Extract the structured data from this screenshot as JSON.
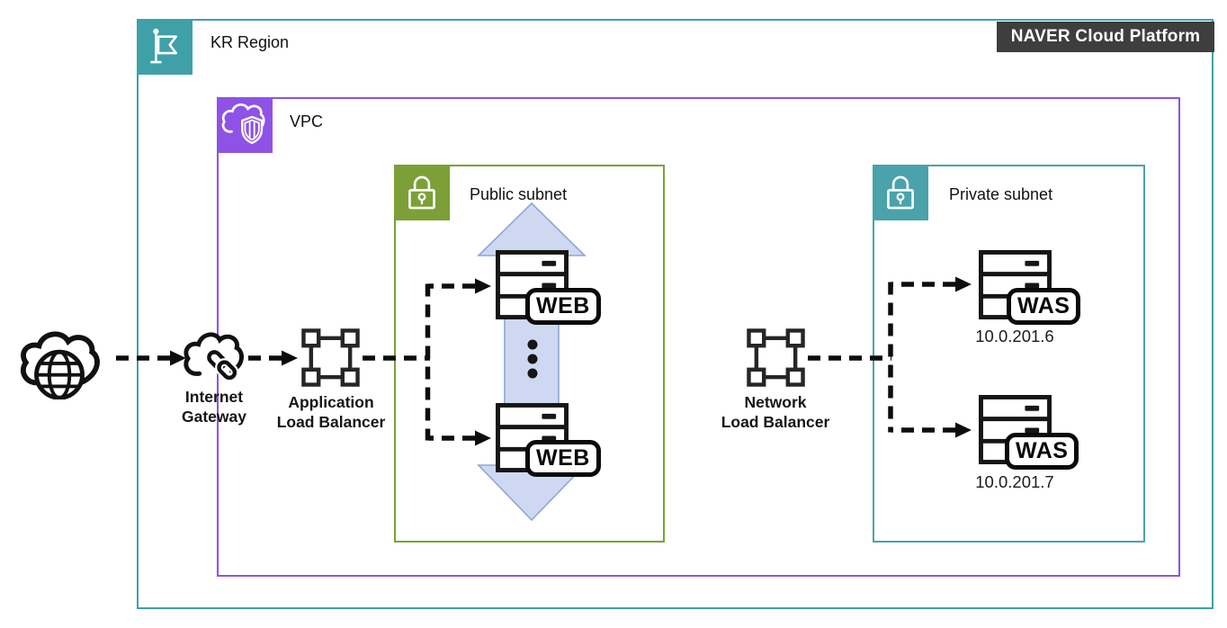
{
  "platform_badge": {
    "label": "NAVER Cloud Platform"
  },
  "region": {
    "label": "KR Region"
  },
  "vpc": {
    "label": "VPC"
  },
  "subnets": {
    "public": {
      "label": "Public subnet"
    },
    "private": {
      "label": "Private subnet"
    }
  },
  "nodes": {
    "internet_gateway": {
      "line1": "Internet",
      "line2": "Gateway"
    },
    "application_lb": {
      "line1": "Application",
      "line2": "Load Balancer"
    },
    "network_lb": {
      "line1": "Network",
      "line2": "Load Balancer"
    }
  },
  "servers": {
    "web1": {
      "badge": "WEB"
    },
    "web2": {
      "badge": "WEB"
    },
    "was1": {
      "badge": "WAS",
      "ip": "10.0.201.6"
    },
    "was2": {
      "badge": "WAS",
      "ip": "10.0.201.7"
    }
  },
  "icons": {
    "region": "flag-icon",
    "vpc": "cloud-shield-icon",
    "subnet": "lock-icon",
    "internet": "cloud-globe-icon",
    "internet_gateway": "cloud-link-icon",
    "load_balancer": "node-cluster-icon",
    "server": "server-rack-icon",
    "scaling": "double-arrow-icon"
  },
  "colors": {
    "region_teal": "#3FA0A8",
    "subnet_teal": "#4AA2AB",
    "vpc_purple": "#8E52E6",
    "subnet_green": "#7CA037",
    "platform_badge_bg": "#3E3E3E",
    "arrow_fill": "#CED9F1",
    "arrow_stroke": "#8FA5D6",
    "connector_black": "#0D0D0D"
  }
}
